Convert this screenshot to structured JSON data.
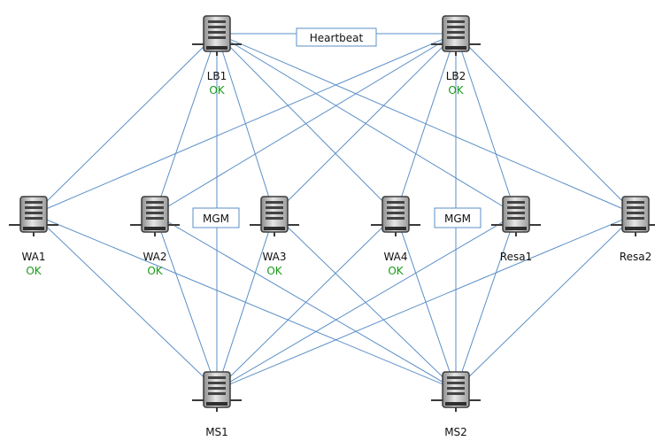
{
  "nodes": {
    "lb1": {
      "label": "LB1",
      "status": "OK"
    },
    "lb2": {
      "label": "LB2",
      "status": "OK"
    },
    "wa1": {
      "label": "WA1",
      "status": "OK"
    },
    "wa2": {
      "label": "WA2",
      "status": "OK"
    },
    "wa3": {
      "label": "WA3",
      "status": "OK"
    },
    "wa4": {
      "label": "WA4",
      "status": "OK"
    },
    "resa1": {
      "label": "Resa1",
      "status": ""
    },
    "resa2": {
      "label": "Resa2",
      "status": ""
    },
    "ms1": {
      "label": "MS1",
      "status": ""
    },
    "ms2": {
      "label": "MS2",
      "status": ""
    }
  },
  "boxes": {
    "heartbeat": "Heartbeat",
    "mgm1": "MGM",
    "mgm2": "MGM"
  },
  "edges": [
    [
      "lb1",
      "lb2"
    ],
    [
      "lb1",
      "wa1"
    ],
    [
      "lb1",
      "wa2"
    ],
    [
      "lb1",
      "wa3"
    ],
    [
      "lb1",
      "wa4"
    ],
    [
      "lb1",
      "resa1"
    ],
    [
      "lb1",
      "resa2"
    ],
    [
      "lb2",
      "wa1"
    ],
    [
      "lb2",
      "wa2"
    ],
    [
      "lb2",
      "wa3"
    ],
    [
      "lb2",
      "wa4"
    ],
    [
      "lb2",
      "resa1"
    ],
    [
      "lb2",
      "resa2"
    ],
    [
      "lb1",
      "ms1"
    ],
    [
      "lb2",
      "ms2"
    ],
    [
      "wa1",
      "ms1"
    ],
    [
      "wa1",
      "ms2"
    ],
    [
      "wa2",
      "ms1"
    ],
    [
      "wa2",
      "ms2"
    ],
    [
      "wa3",
      "ms1"
    ],
    [
      "wa3",
      "ms2"
    ],
    [
      "wa4",
      "ms1"
    ],
    [
      "wa4",
      "ms2"
    ],
    [
      "resa1",
      "ms1"
    ],
    [
      "resa1",
      "ms2"
    ],
    [
      "resa2",
      "ms1"
    ],
    [
      "resa2",
      "ms2"
    ]
  ],
  "colors": {
    "edge": "#5b8fc7",
    "status_ok": "#1a9a1a"
  },
  "icons": {
    "server": "server-icon"
  }
}
